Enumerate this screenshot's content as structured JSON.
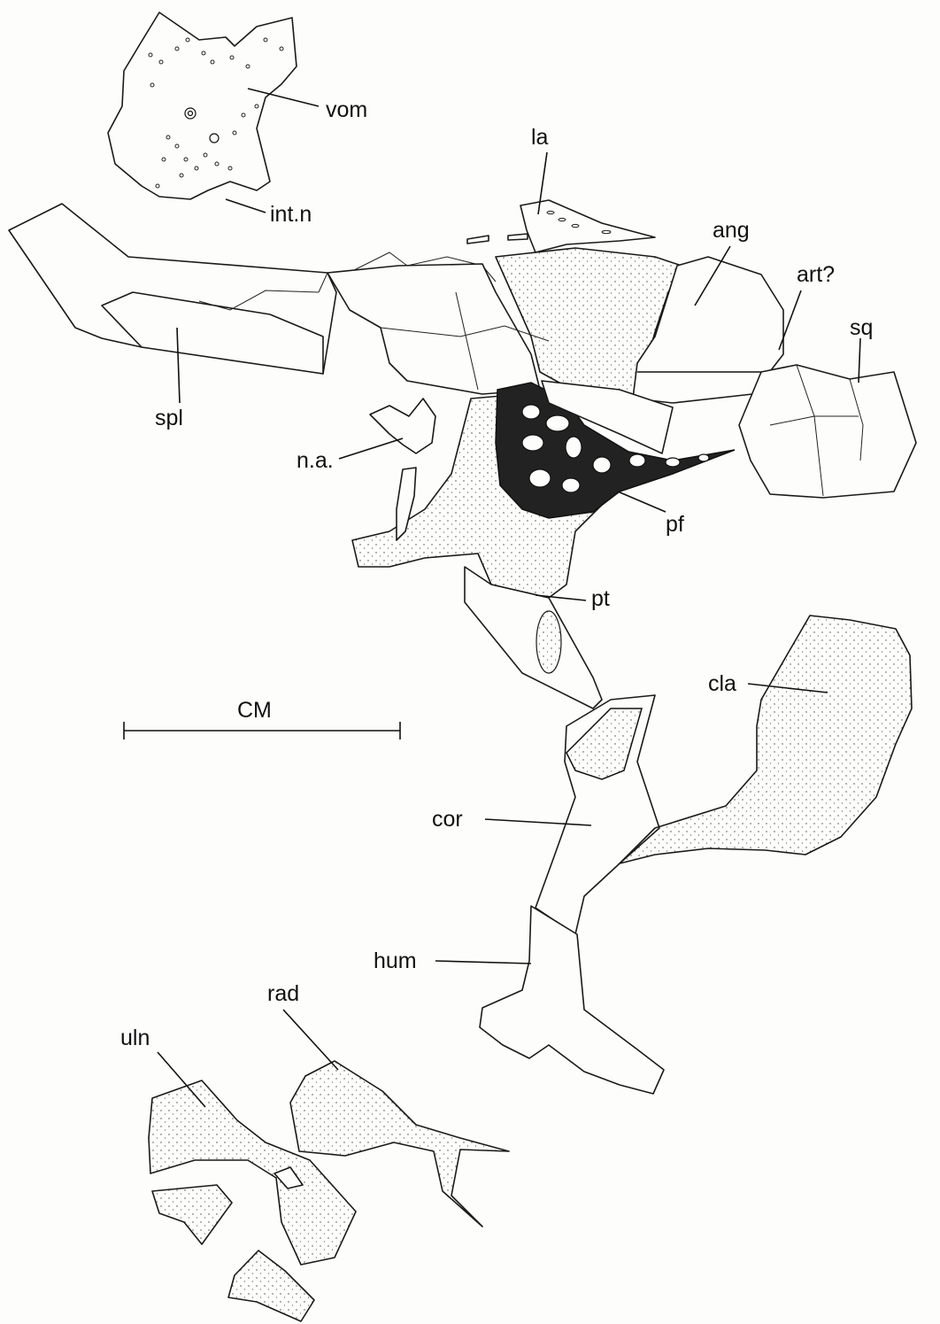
{
  "labels": {
    "vom": "vom",
    "int_n": "int.n",
    "la": "la",
    "ang": "ang",
    "art": "art?",
    "sq": "sq",
    "spl": "spl",
    "na": "n.a.",
    "pf": "pf",
    "pt": "pt",
    "cla": "cla",
    "cor": "cor",
    "hum": "hum",
    "rad": "rad",
    "uln": "uln"
  },
  "scale_bar": {
    "label": "CM"
  }
}
